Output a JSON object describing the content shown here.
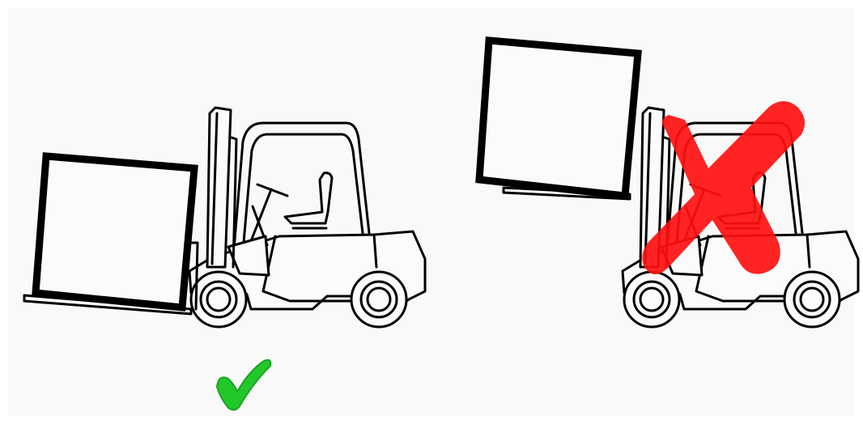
{
  "scenes": [
    {
      "id": "correct",
      "status": "correct",
      "mark_icon": "check-mark-icon",
      "mark_color": "#22c82a"
    },
    {
      "id": "incorrect",
      "status": "incorrect",
      "mark_icon": "cross-mark-icon",
      "mark_color": "#ff1010"
    }
  ],
  "colors": {
    "background": "#f9f9f9",
    "outline": "#000000"
  }
}
